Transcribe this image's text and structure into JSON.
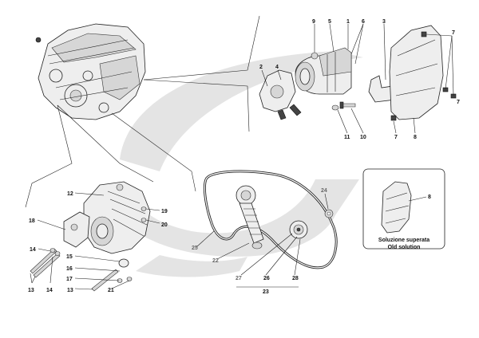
{
  "callouts": {
    "n1": "1",
    "n2": "2",
    "n3": "3",
    "n4": "4",
    "n5": "5",
    "n6": "6",
    "n7a": "7",
    "n7b": "7",
    "n7c": "7",
    "n8a": "8",
    "n8b": "8",
    "n9": "9",
    "n10": "10",
    "n11": "11",
    "n12": "12",
    "n13a": "13",
    "n13b": "13",
    "n14a": "14",
    "n14b": "14",
    "n15": "15",
    "n16": "16",
    "n17": "17",
    "n18": "18",
    "n19": "19",
    "n20": "20",
    "n21": "21",
    "n22": "22",
    "n23": "23",
    "n24": "24",
    "n25": "25",
    "n26": "26",
    "n27": "27",
    "n28": "28"
  },
  "inset": {
    "caption_it": "Soluzione superata",
    "caption_en": "Old solution"
  }
}
